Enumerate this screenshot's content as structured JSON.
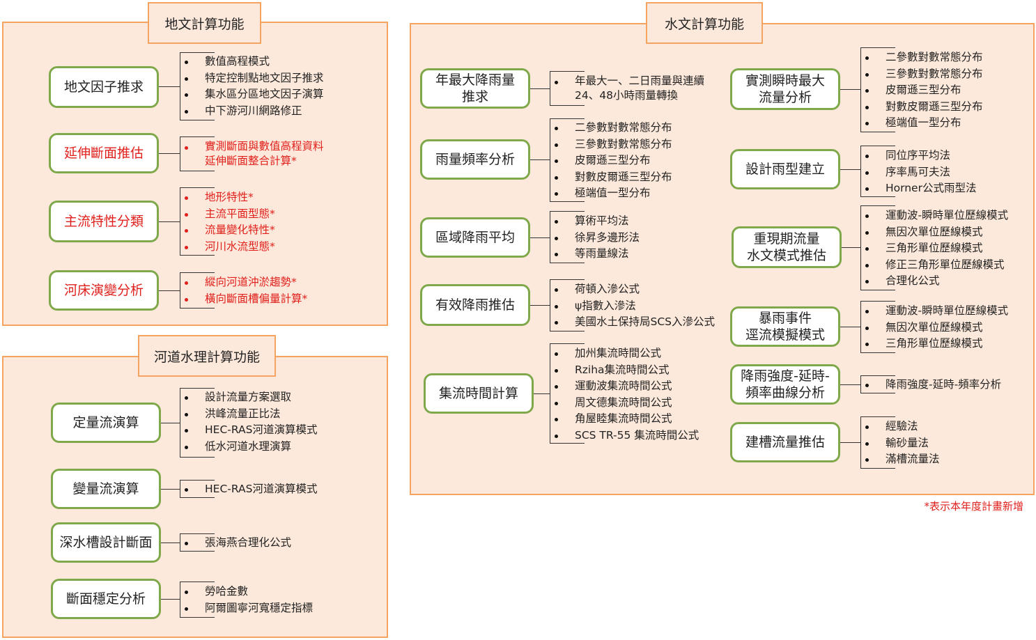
{
  "panels": {
    "geo": {
      "title": "地文計算功能"
    },
    "hydro": {
      "title": "水文計算功能"
    },
    "river": {
      "title": "河道水理計算功能"
    }
  },
  "nodes": {
    "geo_factor": {
      "label": "地文因子推求",
      "items": [
        "數值高程模式",
        "特定控制點地文因子推求",
        "集水區分區地文因子演算",
        "中下游河川網路修正"
      ]
    },
    "geo_section": {
      "label": "延伸斷面推估",
      "items": [
        "實測斷面與數值高程資料\n延伸斷面整合計算*"
      ]
    },
    "geo_mainstream": {
      "label": "主流特性分類",
      "items": [
        "地形特性*",
        "主流平面型態*",
        "流量變化特性*",
        "河川水流型態*"
      ]
    },
    "geo_bed": {
      "label": "河床演變分析",
      "items": [
        "縱向河道沖淤趨勢*",
        "橫向斷面槽偏量計算*"
      ]
    },
    "river_steady": {
      "label": "定量流演算",
      "items": [
        "設計流量方案選取",
        "洪峰流量正比法",
        "HEC-RAS河道演算模式",
        "低水河道水理演算"
      ]
    },
    "river_unsteady": {
      "label": "變量流演算",
      "items": [
        "HEC-RAS河道演算模式"
      ]
    },
    "river_channel": {
      "label": "深水槽設計斷面",
      "items": [
        "張海燕合理化公式"
      ]
    },
    "river_stability": {
      "label": "斷面穩定分析",
      "items": [
        "勞哈金數",
        "阿爾圖寧河寬穩定指標"
      ]
    },
    "h_annual": {
      "label": "年最大降雨量\n推求",
      "items": [
        "年最大一、二日雨量與連續\n24、48小時雨量轉換"
      ]
    },
    "h_freq": {
      "label": "雨量頻率分析",
      "items": [
        "二參數對數常態分布",
        "三參數對數常態分布",
        "皮爾遜三型分布",
        "對數皮爾遜三型分布",
        "極端值一型分布"
      ]
    },
    "h_areal": {
      "label": "區域降雨平均",
      "items": [
        "算術平均法",
        "徐昇多邊形法",
        "等雨量線法"
      ]
    },
    "h_effective": {
      "label": "有效降雨推估",
      "items": [
        "荷頓入滲公式",
        "ψ指數入滲法",
        "美國水土保持局SCS入滲公式"
      ]
    },
    "h_concentration": {
      "label": "集流時間計算",
      "items": [
        "加州集流時間公式",
        "Rziha集流時間公式",
        "運動波集流時間公式",
        "周文德集流時間公式",
        "角屋睦集流時間公式",
        "SCS TR-55 集流時間公式"
      ]
    },
    "h_peak": {
      "label": "實測瞬時最大\n流量分析",
      "items": [
        "二參數對數常態分布",
        "三參數對數常態分布",
        "皮爾遜三型分布",
        "對數皮爾遜三型分布",
        "極端值一型分布"
      ]
    },
    "h_pattern": {
      "label": "設計雨型建立",
      "items": [
        "同位序平均法",
        "序率馬可夫法",
        "Horner公式雨型法"
      ]
    },
    "h_return": {
      "label": "重現期流量\n水文模式推估",
      "items": [
        "運動波-瞬時單位歷線模式",
        "無因次單位歷線模式",
        "三角形單位歷線模式",
        "修正三角形單位歷線模式",
        "合理化公式"
      ]
    },
    "h_storm": {
      "label": "暴雨事件\n逕流模擬模式",
      "items": [
        "運動波-瞬時單位歷線模式",
        "無因次單位歷線模式",
        "三角形單位歷線模式"
      ]
    },
    "h_idf": {
      "label": "降雨強度-延時-\n頻率曲線分析",
      "items": [
        "降雨強度-延時-頻率分析"
      ]
    },
    "h_bankfull": {
      "label": "建槽流量推估",
      "items": [
        "經驗法",
        "輸砂量法",
        "滿槽流量法"
      ]
    }
  },
  "legend": {
    "note": "*表示本年度計畫新增"
  },
  "colors": {
    "panel_fill": "#fde9db",
    "panel_border": "#f4a460",
    "node_border": "#7fa84b",
    "new_item": "#e0201c"
  }
}
